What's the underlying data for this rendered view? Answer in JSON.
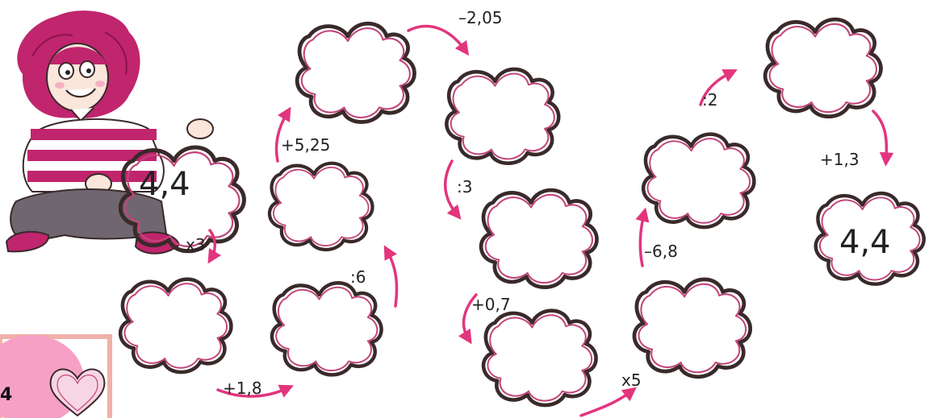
{
  "start_value": "4,4",
  "end_value": "4,4",
  "page_number": "4",
  "operations": {
    "op1": "x3",
    "op2": "+1,8",
    "op3": ":6",
    "op4": "+5,25",
    "op5": "–2,05",
    "op6": ":3",
    "op7": "+0,7",
    "op8": "x5",
    "op9": "–6,8",
    "op10": ":2",
    "op11": "+1,3"
  },
  "colors": {
    "arrow": "#e2357e",
    "outline": "#3a2a2a",
    "outline_pink": "#c2457a",
    "girl_magenta": "#c0256e",
    "frame": "#f0b0a8",
    "blob": "#f7a0c6"
  },
  "icons": [
    "girl-illustration",
    "puzzle-piece-icon",
    "curved-arrow-icon",
    "heart-icon"
  ]
}
